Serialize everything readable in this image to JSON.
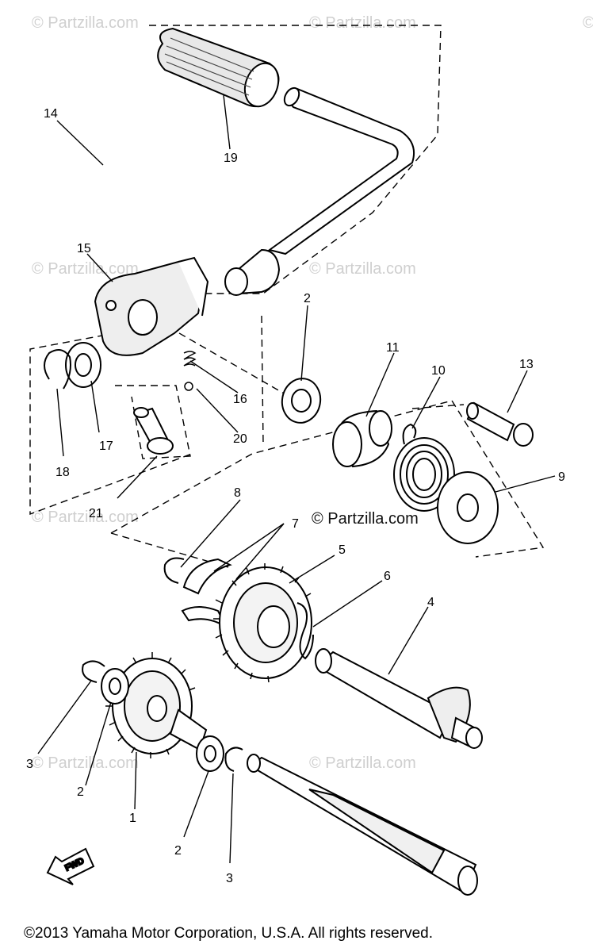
{
  "watermarks": {
    "text": "© Partzilla.com",
    "center_text": "© Partzilla.com"
  },
  "callouts": {
    "c1": "1",
    "c2a": "2",
    "c2b": "2",
    "c2c": "2",
    "c3a": "3",
    "c3b": "3",
    "c4": "4",
    "c5": "5",
    "c6": "6",
    "c7": "7",
    "c8": "8",
    "c9": "9",
    "c10": "10",
    "c11": "11",
    "c13": "13",
    "c14": "14",
    "c15": "15",
    "c16": "16",
    "c17": "17",
    "c18": "18",
    "c19": "19",
    "c20": "20",
    "c21": "21"
  },
  "fwd_label": "FWD",
  "copyright": "©2013  Yamaha Motor Corporation, U.S.A. All rights reserved.",
  "colors": {
    "ink": "#000000",
    "watermark": "#cfcfcf",
    "background": "#ffffff"
  }
}
